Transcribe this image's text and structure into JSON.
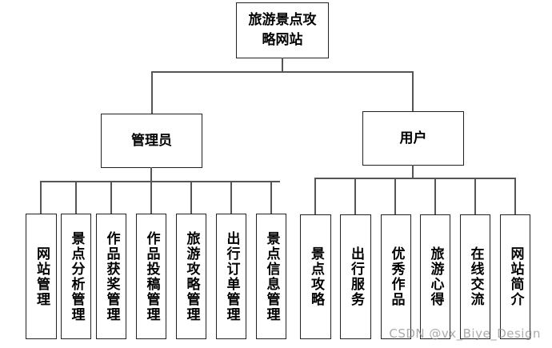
{
  "root": {
    "label": "旅游景点攻略网站"
  },
  "branches": [
    {
      "label": "管理员",
      "children": [
        "网站管理",
        "景点分析管理",
        "作品获奖管理",
        "作品投稿管理",
        "旅游攻略管理",
        "出行订单管理",
        "景点信息管理"
      ]
    },
    {
      "label": "用户",
      "children": [
        "景点攻略",
        "出行服务",
        "优秀作品",
        "旅游心得",
        "在线交流",
        "网站简介"
      ]
    }
  ],
  "watermark": "CSDN @vx_Biye_Design",
  "colors": {
    "line": "#555555",
    "border": "#222222",
    "text": "#000000"
  }
}
